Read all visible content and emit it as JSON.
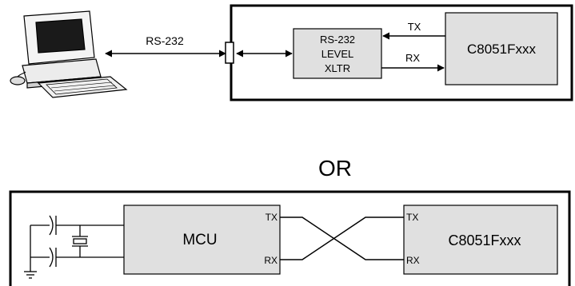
{
  "top": {
    "link_label": "RS-232",
    "xltr_lines": [
      "RS-232",
      "LEVEL",
      "XLTR"
    ],
    "tx_label": "TX",
    "rx_label": "RX",
    "device_label": "C8051Fxxx"
  },
  "separator": "OR",
  "bottom": {
    "mcu_label": "MCU",
    "mcu_tx": "TX",
    "mcu_rx": "RX",
    "device_tx": "TX",
    "device_rx": "RX",
    "device_label": "C8051Fxxx"
  },
  "colors": {
    "box_fill": "#e0e0e0",
    "line": "#000000",
    "screen": "#1a1a1a"
  }
}
